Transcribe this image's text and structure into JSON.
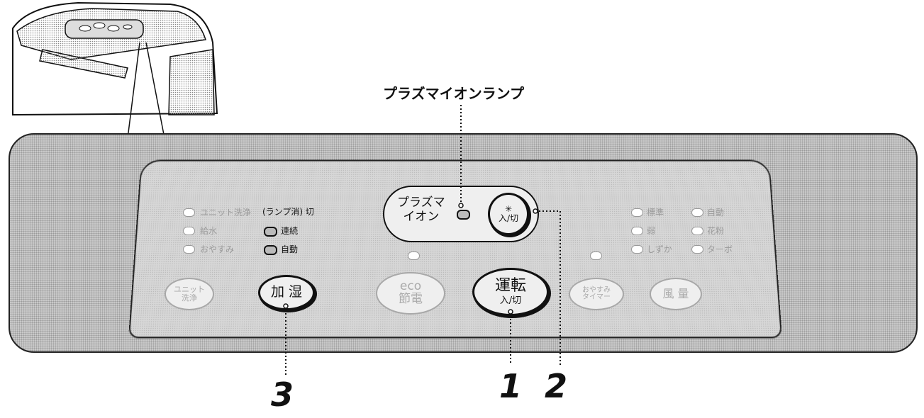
{
  "callout_title": "プラズマイオンランプ",
  "left_lamps": [
    "ユニット洗浄",
    "給水",
    "おやすみ"
  ],
  "humid_header": "(ランプ消) 切",
  "humid_lamps": [
    "連続",
    "自動"
  ],
  "right_lamps_col1": [
    "標準",
    "弱",
    "しずか"
  ],
  "right_lamps_col2": [
    "自動",
    "花粉",
    "ターボ"
  ],
  "buttons": {
    "unit_clean": "ユニット\n洗浄",
    "humidify": "加 湿",
    "eco": "eco\n節電",
    "power_top": "運転",
    "power_bottom": "入/切",
    "timer": "おやすみ\nタイマー",
    "airflow": "風 量",
    "plasma_label": "プラズマ\nイオン",
    "plasma_btn": "入/切"
  },
  "callouts": {
    "n1": "1",
    "n2": "2",
    "n3": "3"
  }
}
